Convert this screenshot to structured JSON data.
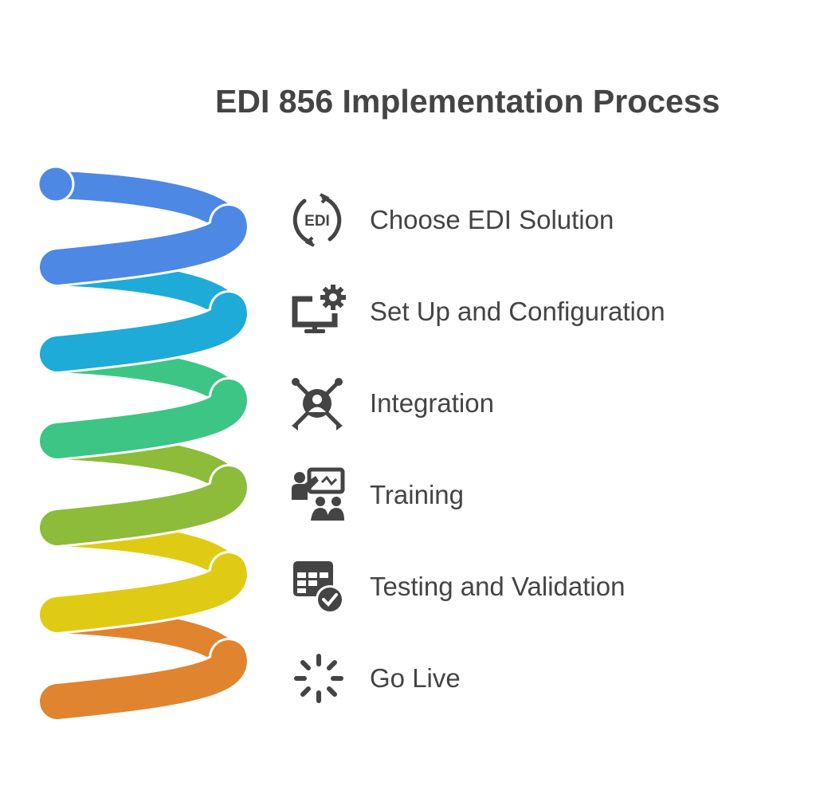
{
  "title": "EDI 856 Implementation Process",
  "steps": [
    {
      "label": "Choose EDI Solution",
      "icon": "edi-cycle-icon",
      "color": "#4E88E5",
      "icon_text": "EDI"
    },
    {
      "label": "Set Up and Configuration",
      "icon": "monitor-gear-icon",
      "color": "#1EABD8"
    },
    {
      "label": "Integration",
      "icon": "user-network-icon",
      "color": "#3CC585"
    },
    {
      "label": "Training",
      "icon": "presentation-icon",
      "color": "#8DBB3A"
    },
    {
      "label": "Testing and Validation",
      "icon": "table-check-icon",
      "color": "#E0CB14"
    },
    {
      "label": "Go Live",
      "icon": "loading-spinner-icon",
      "color": "#E08430"
    }
  ]
}
